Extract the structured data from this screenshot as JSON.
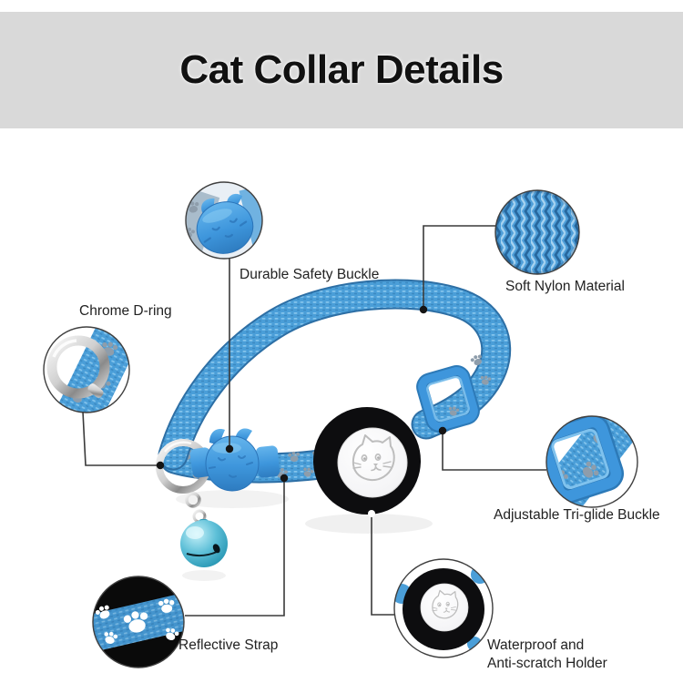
{
  "header": {
    "title": "Cat Collar Details"
  },
  "callouts": {
    "safety_buckle": {
      "label": "Durable Safety Buckle"
    },
    "nylon": {
      "label": "Soft Nylon Material"
    },
    "dring": {
      "label": "Chrome D-ring"
    },
    "triglide": {
      "label": "Adjustable Tri-glide Buckle"
    },
    "reflective": {
      "label": "Reflective Strap"
    },
    "holder": {
      "label_line1": "Waterproof and",
      "label_line2": "Anti-scratch Holder"
    }
  },
  "colors": {
    "header_bg": "#d9d9d9",
    "title_text": "#111111",
    "label_text": "#222222",
    "callout_line": "#3a3a3a",
    "strap_blue": "#4a9ed8",
    "strap_blue_light": "#84c4ec",
    "strap_blue_dark": "#2d6fa5",
    "buckle_blue": "#3e96dc",
    "holder_black": "#0d0d0f",
    "bell_teal": "#5fc0d8",
    "chrome_silver": "#c9c9c9",
    "paw_gray": "#8e9dab",
    "paw_white": "#ffffff",
    "airtag_white": "#ffffff",
    "cat_line_gray": "#bdbdbd"
  }
}
